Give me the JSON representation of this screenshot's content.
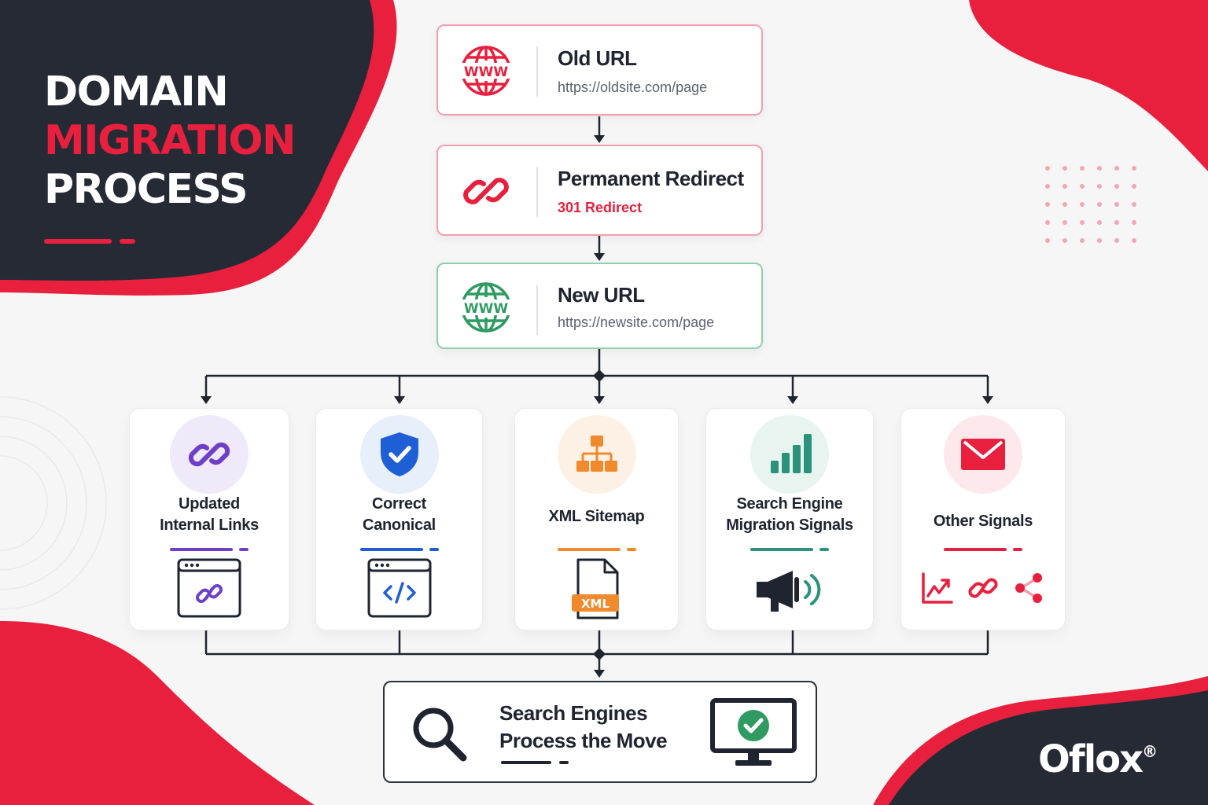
{
  "title": {
    "line1": "DOMAIN",
    "line2": "MIGRATION",
    "line3": "PROCESS"
  },
  "flow": [
    {
      "title": "Old URL",
      "subtitle": "https://oldsite.com/page",
      "icon": "globe-www-icon",
      "color": "#e8203d"
    },
    {
      "title": "Permanent Redirect",
      "subtitle": "301 Redirect",
      "icon": "chain-link-icon",
      "color": "#e8203d"
    },
    {
      "title": "New URL",
      "subtitle": "https://newsite.com/page",
      "icon": "globe-www-icon",
      "color": "#2f9b62"
    }
  ],
  "cards": [
    {
      "label": "Updated Internal Links",
      "line1": "Updated",
      "line2": "Internal Links",
      "icon": "link-icon",
      "sub_icon": "browser-link-icon",
      "color": "#6f3fc8"
    },
    {
      "label": "Correct Canonical",
      "line1": "Correct",
      "line2": "Canonical",
      "icon": "shield-check-icon",
      "sub_icon": "browser-code-icon",
      "color": "#1f5fd6"
    },
    {
      "label": "XML Sitemap",
      "line1": "XML Sitemap",
      "line2": "",
      "icon": "sitemap-icon",
      "sub_icon": "xml-file-icon",
      "badge": "XML",
      "color": "#f08a2c"
    },
    {
      "label": "Search Engine Migration Signals",
      "line1": "Search Engine",
      "line2": "Migration Signals",
      "icon": "bar-chart-icon",
      "sub_icon": "megaphone-icon",
      "color": "#2a9379"
    },
    {
      "label": "Other Signals",
      "line1": "Other Signals",
      "line2": "",
      "icon": "mail-icon",
      "sub_icon": "trend-link-share-icons",
      "color": "#e8203d"
    }
  ],
  "final": {
    "line1": "Search Engines",
    "line2": "Process the Move",
    "left_icon": "magnifier-icon",
    "right_icon": "monitor-check-icon"
  },
  "brand": {
    "name": "Oflox",
    "mark": "®"
  },
  "colors": {
    "red": "#e8203d",
    "dark": "#262a35",
    "green": "#2f9b62"
  }
}
